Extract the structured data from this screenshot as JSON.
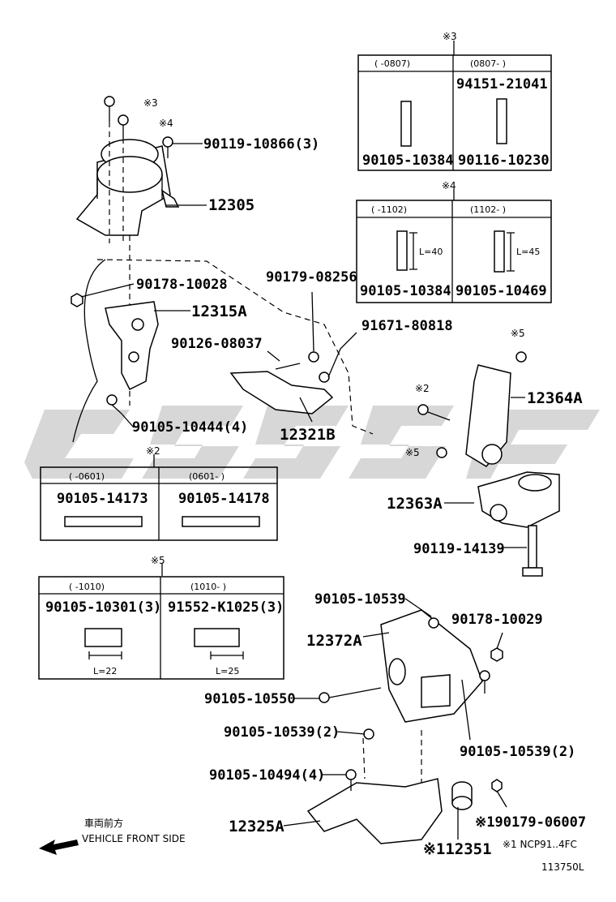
{
  "watermark": {
    "color": "#c9c9c9"
  },
  "callouts": {
    "p12305": "12305",
    "p90119_10866": "90119-10866(3)",
    "p90178_10028": "90178-10028",
    "p12315A": "12315A",
    "p90179_08256": "90179-08256",
    "p91671_80818": "91671-80818",
    "p90126_08037": "90126-08037",
    "p12321B": "12321B",
    "p90105_10444": "90105-10444(4)",
    "p12364A": "12364A",
    "p12363A": "12363A",
    "p90119_14139": "90119-14139",
    "p90105_10539": "90105-10539",
    "p12372A": "12372A",
    "p90178_10029": "90178-10029",
    "p90105_10550": "90105-10550",
    "p90105_10539_2a": "90105-10539(2)",
    "p90105_10539_2b": "90105-10539(2)",
    "p90105_10494": "90105-10494(4)",
    "p12325A": "12325A",
    "p90179_06007": "※190179-06007",
    "p12351": "※112351"
  },
  "notes": {
    "n3a": "※3",
    "n4a": "※4",
    "n3b": "※3",
    "n4b": "※4",
    "n5a": "※5",
    "n2a": "※2",
    "n5b": "※5",
    "n2_table": "※2",
    "n5_table": "※5"
  },
  "table_n3": {
    "header_left": "(     -0807)",
    "header_right": "(0807-     )",
    "top_right": "94151-21041",
    "bottom_left": "90105-10384",
    "bottom_right": "90116-10230"
  },
  "table_n4": {
    "header_left": "(     -1102)",
    "header_right": "(1102-     )",
    "dim_left": "L=40",
    "dim_right": "L=45",
    "bottom_left": "90105-10384",
    "bottom_right": "90105-10469"
  },
  "table_n2": {
    "header_left": "(     -0601)",
    "header_right": "(0601-     )",
    "left": "90105-14173",
    "right": "90105-14178"
  },
  "table_n5": {
    "header_left": "(     -1010)",
    "header_right": "(1010-     )",
    "left": "90105-10301(3)",
    "right": "91552-K1025(3)",
    "dim_left": "L=22",
    "dim_right": "L=25"
  },
  "footer": {
    "direction_jp": "車両前方",
    "direction_en": "VEHICLE FRONT SIDE",
    "footnote": "※1 NCP91..4FC",
    "diagram_id": "113750L"
  }
}
